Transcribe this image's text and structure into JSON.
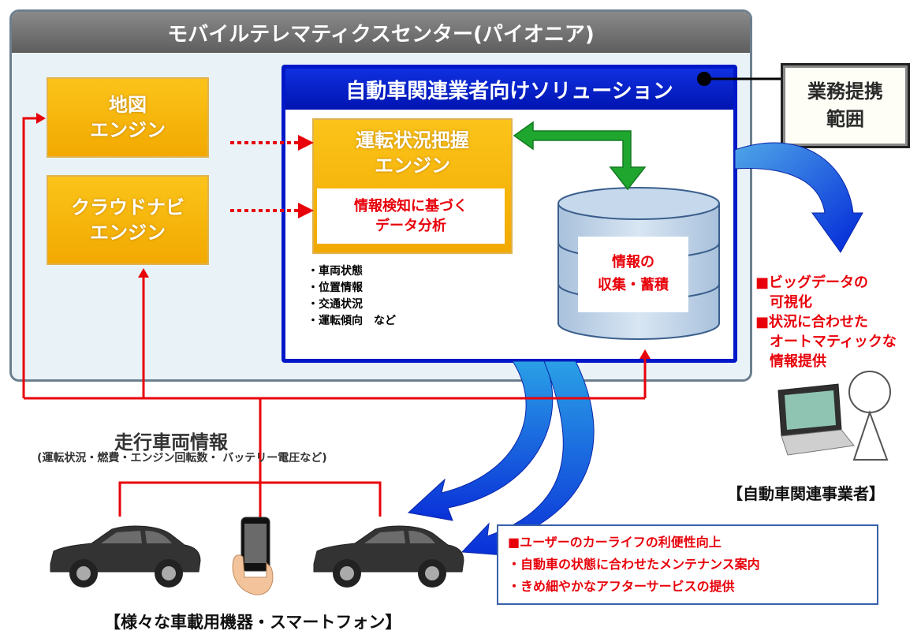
{
  "center": {
    "title": "モバイルテレマティクスセンター(パイオニア)",
    "map_engine": [
      "地図",
      "エンジン"
    ],
    "cloud_navi_engine": [
      "クラウドナビ",
      "エンジン"
    ]
  },
  "solutions": {
    "title": "自動車関連業者向けソリューション",
    "driving_engine": [
      "運転状況把握",
      "エンジン"
    ],
    "analysis": [
      "情報検知に基づく",
      "データ分析"
    ],
    "bullets": [
      "・車両状態",
      "・位置情報",
      "・交通状況",
      "・運転傾向　など"
    ],
    "collection": [
      "情報の",
      "収集・蓄積"
    ]
  },
  "partnership": [
    "業務提携",
    "範囲"
  ],
  "business_benefits": [
    "■ビッグデータの",
    "　可視化",
    "■状況に合わせた",
    "　オートマティックな",
    "　情報提供"
  ],
  "business_label": "【自動車関連事業者】",
  "vehicle_info": {
    "title": "走行車両情報",
    "subtitle": "(運転状況・燃費・エンジン回転数・ バッテリー電圧など)"
  },
  "devices_label": "【様々な車載用機器・スマートフォン】",
  "user_benefits": [
    "■ユーザーのカーライフの利便性向上",
    "・自動車の状態に合わせたメンテナンス案内",
    "・きめ細やかなアフターサービスの提供"
  ],
  "colors": {
    "accent_red": "#e8000a",
    "engine_orange": "#f5b200",
    "solution_blue": "#0018c8",
    "arrow_green": "#1aa02a",
    "panel_bg": "#e9f3f7"
  }
}
